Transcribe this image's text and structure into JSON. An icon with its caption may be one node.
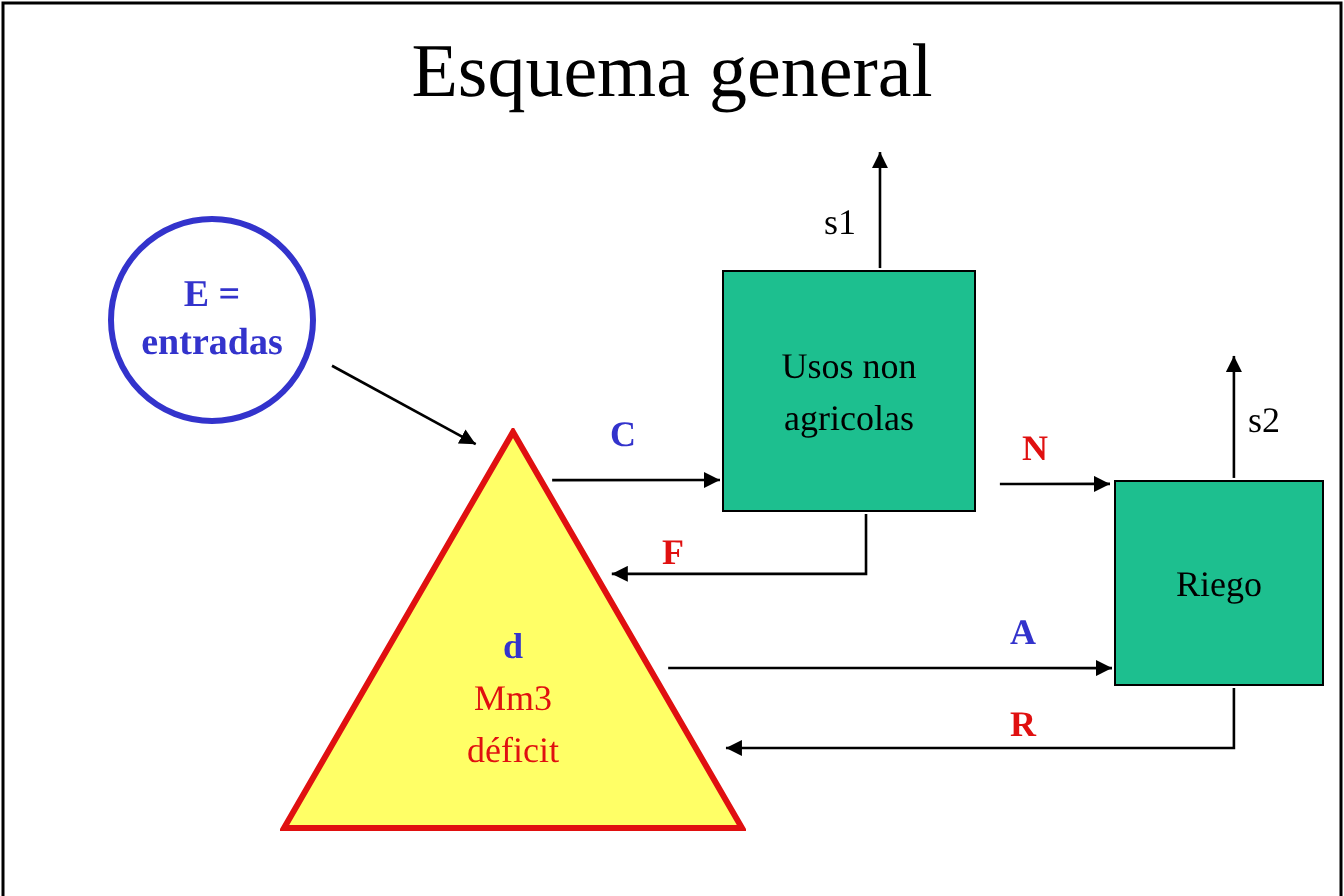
{
  "diagram": {
    "title": "Esquema general",
    "nodes": [
      {
        "text": [
          "E = entradas"
        ]
      },
      {
        "text": [
          "d",
          "Mm3 déficit"
        ]
      },
      {
        "text": [
          "Usos non agricolas"
        ]
      },
      {
        "text": [
          "Riego"
        ]
      }
    ],
    "edges": [
      {
        "from": 0,
        "to": 1,
        "arrow": "to"
      },
      {
        "from": 1,
        "to": 2,
        "arrow": "to",
        "label": "C"
      },
      {
        "from": 2,
        "to": 1,
        "arrow": "to",
        "label": "F"
      },
      {
        "from": 2,
        "to": 3,
        "arrow": "to",
        "label": "N"
      },
      {
        "from": 1,
        "to": 3,
        "arrow": "to",
        "label": "A"
      },
      {
        "from": 3,
        "to": 1,
        "arrow": "to",
        "label": "R"
      },
      {
        "from": 2,
        "to": null,
        "arrow": "to",
        "label": "s1"
      },
      {
        "from": 3,
        "to": null,
        "arrow": "to",
        "label": "s2"
      }
    ]
  }
}
